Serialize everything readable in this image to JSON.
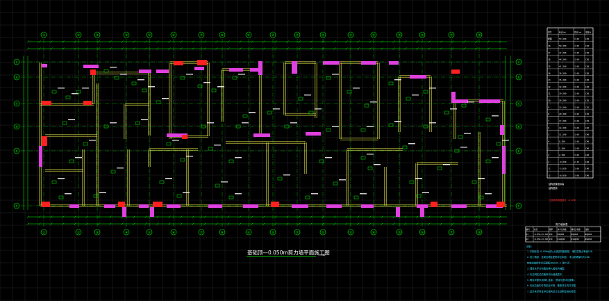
{
  "drawing": {
    "title": "基础顶—0.050m剪力墙平面施工图",
    "scale": "1:100",
    "colors": {
      "background": "#000000",
      "grid": "#2a2a2a",
      "axis": "#00ff00",
      "wall": "#e8e84a",
      "hidden_column": "#e040e0",
      "column": "#ff2020",
      "tag": "#ffffff",
      "note": "#33ddff"
    },
    "axes_top": [
      "①",
      "②",
      "③",
      "④",
      "⑤",
      "⑥",
      "⑦",
      "⑧",
      "⑨",
      "⑩",
      "⑪",
      "⑫",
      "⑬",
      "⑭",
      "⑮",
      "⑯",
      "⑰",
      "⑱"
    ],
    "axes_left": [
      "Ⓐ",
      "Ⓑ",
      "Ⓒ",
      "Ⓓ",
      "Ⓔ",
      "Ⓕ"
    ]
  },
  "level_table": {
    "header": [
      "层号",
      "标高(m)",
      "层高(m)",
      "混凝土"
    ],
    "rows": [
      [
        "屋面",
        "53.300",
        "3.00",
        "C30"
      ],
      [
        "18",
        "50.300",
        "3.00",
        "C30"
      ],
      [
        "17",
        "47.300",
        "3.00",
        "C30"
      ],
      [
        "16",
        "44.300",
        "3.00",
        "C30"
      ],
      [
        "15",
        "41.300",
        "3.00",
        "C30"
      ],
      [
        "14",
        "38.300",
        "3.00",
        "C30"
      ],
      [
        "13",
        "35.300",
        "3.00",
        "C30"
      ],
      [
        "12",
        "32.300",
        "3.00",
        "C30"
      ],
      [
        "11",
        "29.300",
        "3.00",
        "C30"
      ],
      [
        "10",
        "26.300",
        "3.00",
        "C35"
      ],
      [
        "9",
        "23.300",
        "3.00",
        "C35"
      ],
      [
        "8",
        "20.300",
        "3.00",
        "C35"
      ],
      [
        "7",
        "17.300",
        "3.00",
        "C35"
      ],
      [
        "6",
        "14.300",
        "3.00",
        "C40"
      ],
      [
        "5",
        "11.300",
        "3.00",
        "C40"
      ],
      [
        "4",
        "8.300",
        "3.00",
        "C40"
      ],
      [
        "3",
        "5.300",
        "3.00",
        "C40"
      ],
      [
        "2",
        "2.300",
        "3.00",
        "C40"
      ],
      [
        "1",
        "-0.050",
        "2.35",
        "C40"
      ],
      [
        "-1",
        "-3.050",
        "3.00",
        "C40"
      ],
      [
        "-2",
        "-6.050",
        "3.00",
        "C40"
      ]
    ],
    "footer_a": "结构层楼面标高",
    "footer_b": "结构层高",
    "footer_c": "上部结构嵌固部位 -0.050"
  },
  "wall_table": {
    "title": "剪力墙身表",
    "header": [
      "编号",
      "标高",
      "墙厚",
      "水平分布筋",
      "垂直分布筋",
      "拉筋"
    ],
    "rows": [
      [
        "Q1",
        "-0.050~53.300",
        "200",
        "Φ8@200",
        "Φ8@200",
        "Φ6@600"
      ],
      [
        "Q2",
        "-0.050~53.300",
        "250",
        "Φ10@200",
        "Φ10@200",
        "Φ6@600"
      ]
    ]
  },
  "notes": {
    "heading": "说明:",
    "items": [
      "1.本图标高-0.050m处为上部结构嵌固端, 墙柱混凝土等级C40.",
      "2.剪力墙身、连梁及暗柱配筋详见本图, 未注明墙厚均为200.",
      "  构造边缘构件详见图集16G101-1 第71页.",
      "3.墙体水平分布筋应伸入暗柱内锚固.",
      "4.未注明定位的墙体均为轴线居中.",
      "5.暗柱纵筋采用绑扎连接, 搭接长度详见图集.",
      "6.约束边缘构件阴影区纵筋、箍筋详见构件详图.",
      "7.其余未尽事宜详见结构设计总说明及相关规范."
    ]
  }
}
